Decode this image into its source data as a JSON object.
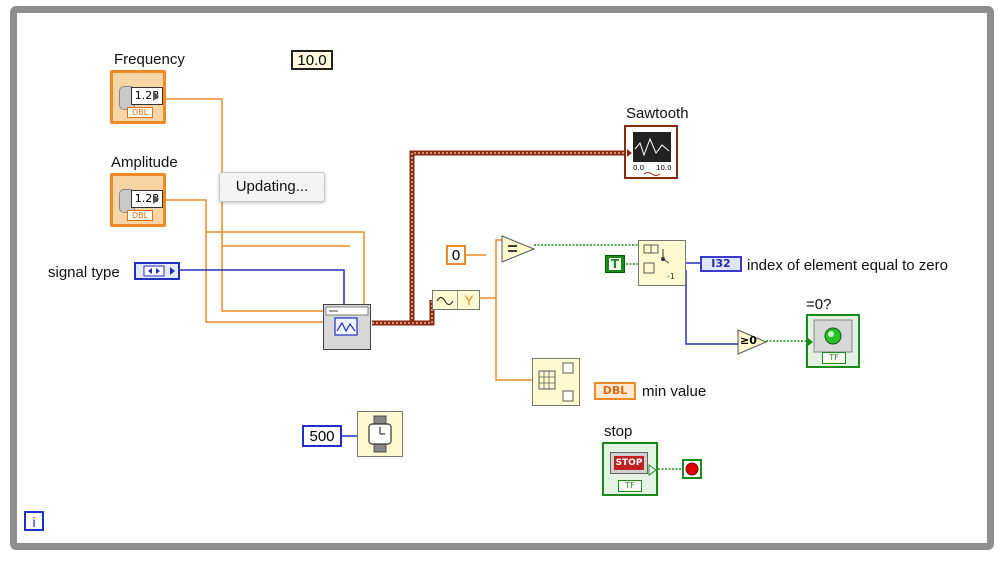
{
  "diagram": {
    "tooltip": "Updating...",
    "numeric_constant_top": "10.0",
    "frequency": {
      "label": "Frequency",
      "value": "1.23",
      "dtype": "DBL"
    },
    "amplitude": {
      "label": "Amplitude",
      "value": "1.23",
      "dtype": "DBL"
    },
    "signal_type": {
      "label": "signal type"
    },
    "sawtooth": {
      "label": "Sawtooth",
      "axis_min": "0.0",
      "axis_max": "10.0"
    },
    "zero_constant": "0",
    "y_node_label": "Y",
    "true_constant": "T",
    "index_indicator": {
      "dtype": "I32",
      "label": "index of element equal to zero"
    },
    "eq_zero": {
      "label": "=0?",
      "tf": "TF"
    },
    "greater_eq_zero": "≥0",
    "min_value": {
      "dtype": "DBL",
      "label": "min value"
    },
    "wait_constant": "500",
    "stop": {
      "label": "stop",
      "button_text": "STOP",
      "tf": "TF"
    },
    "iteration_terminal": "i"
  }
}
